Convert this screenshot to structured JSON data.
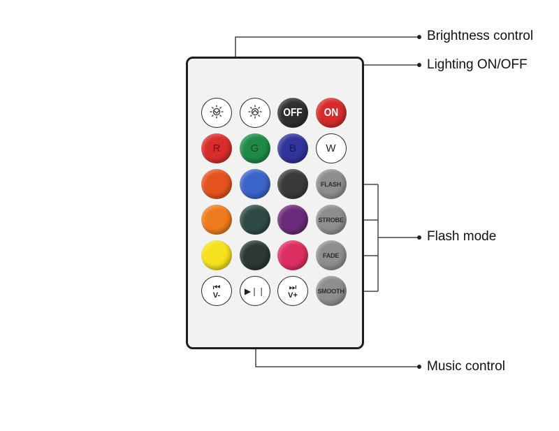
{
  "labels": {
    "brightness": "Brightness control",
    "lighting": "Lighting ON/OFF",
    "flash": "Flash mode",
    "music": "Music control"
  },
  "buttons": [
    {
      "id": "bright-down",
      "style": "white",
      "icon": "brightness-down-icon",
      "text": ""
    },
    {
      "id": "bright-up",
      "style": "white",
      "icon": "brightness-up-icon",
      "text": ""
    },
    {
      "id": "off",
      "style": "color",
      "color": "#2f2f2f",
      "text": "OFF"
    },
    {
      "id": "on",
      "style": "color",
      "color": "#d62b2b",
      "text": "ON"
    },
    {
      "id": "red",
      "style": "color",
      "color": "#d92d2d",
      "text": "R",
      "textColor": "#7a1010"
    },
    {
      "id": "green",
      "style": "color",
      "color": "#1f8a48",
      "text": "G",
      "textColor": "#0c4a22"
    },
    {
      "id": "blue",
      "style": "color",
      "color": "#33349a",
      "text": "B",
      "textColor": "#15165a"
    },
    {
      "id": "white",
      "style": "white",
      "text": "W"
    },
    {
      "id": "c-orange-red",
      "style": "color",
      "color": "#e4531e",
      "text": ""
    },
    {
      "id": "c-blue",
      "style": "color",
      "color": "#3a64c8",
      "text": ""
    },
    {
      "id": "c-dark1",
      "style": "color",
      "color": "#3a3a3a",
      "text": ""
    },
    {
      "id": "flash",
      "style": "gray",
      "text": "FLASH"
    },
    {
      "id": "c-orange",
      "style": "color",
      "color": "#ef7b1f",
      "text": ""
    },
    {
      "id": "c-darkteal",
      "style": "color",
      "color": "#2f4a45",
      "text": ""
    },
    {
      "id": "c-purple",
      "style": "color",
      "color": "#6b2a7a",
      "text": ""
    },
    {
      "id": "strobe",
      "style": "gray",
      "text": "STROBE"
    },
    {
      "id": "c-yellow",
      "style": "color",
      "color": "#f5e11e",
      "text": ""
    },
    {
      "id": "c-dark2",
      "style": "color",
      "color": "#2b3836",
      "text": ""
    },
    {
      "id": "c-pink",
      "style": "color",
      "color": "#de2f62",
      "text": ""
    },
    {
      "id": "fade",
      "style": "gray",
      "text": "FADE"
    },
    {
      "id": "prev",
      "style": "white",
      "symbol": "⏮",
      "sub": "V-"
    },
    {
      "id": "play",
      "style": "white",
      "symbol": "▶❘❘",
      "sub": ""
    },
    {
      "id": "next",
      "style": "white",
      "symbol": "⏭",
      "sub": "V+"
    },
    {
      "id": "smooth",
      "style": "gray",
      "text": "SMOOTH"
    }
  ],
  "colors": {
    "line": "#444444",
    "remoteBorder": "#1e1e1e",
    "remoteBody": "#f2f2f2"
  }
}
